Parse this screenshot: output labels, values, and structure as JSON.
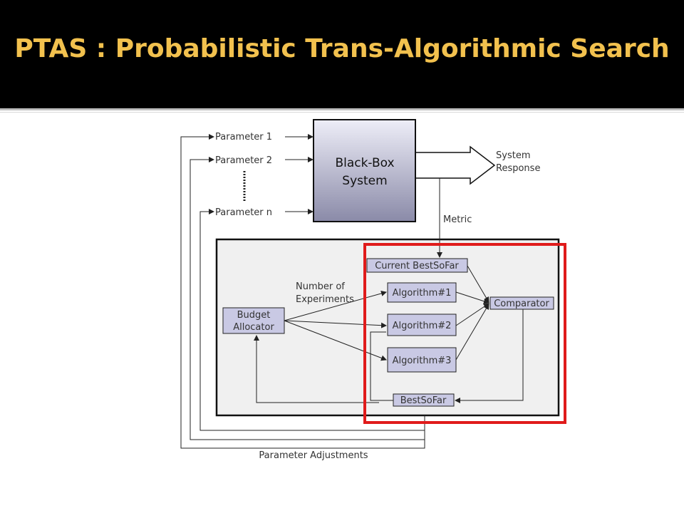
{
  "title": "PTAS : Probabilistic Trans-Algorithmic Search",
  "colors": {
    "title_background": "#000000",
    "title_text": "#f2c14e",
    "highlight_outline": "#e01b1b",
    "box_fill": "#c9c9e4",
    "panel_fill": "#f0f0f0"
  },
  "diagram": {
    "parameters": [
      "Parameter 1",
      "Parameter 2",
      "Parameter n"
    ],
    "black_box": [
      "Black-Box",
      "System"
    ],
    "system_response": [
      "System",
      "Response"
    ],
    "metric": "Metric",
    "current_best": "Current BestSoFar",
    "number_of_experiments": [
      "Number of",
      "Experiments"
    ],
    "budget_allocator": [
      "Budget",
      "Allocator"
    ],
    "algorithms": [
      "Algorithm#1",
      "Algorithm#2",
      "Algorithm#3"
    ],
    "comparator": "Comparator",
    "best_so_far": "BestSoFar",
    "parameter_adjustments": "Parameter Adjustments"
  }
}
